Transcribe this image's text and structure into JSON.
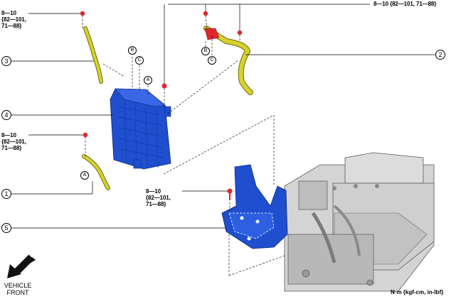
{
  "callouts": {
    "c1": "1",
    "c2": "2",
    "c3": "3",
    "c4": "4",
    "c5": "5"
  },
  "letters": {
    "a": "A",
    "b": "B",
    "c": "C"
  },
  "torque": {
    "top_left": "8—10\n{82—101,\n71—88}",
    "mid_left": "8—10\n{82—101,\n71—88}",
    "center": "8—10\n{82—101,\n71—88}",
    "top_right": "8—10 {82—101, 71—88}"
  },
  "vehicle_front": "VEHICLE\nFRONT",
  "units": "N·m {kgf-cm, in-lbf}",
  "colors": {
    "blue_part": "#1f4fcf",
    "yellow_part": "#d9d22a",
    "red_marker": "#e0262b",
    "gray_component": "#c8c8c8"
  }
}
